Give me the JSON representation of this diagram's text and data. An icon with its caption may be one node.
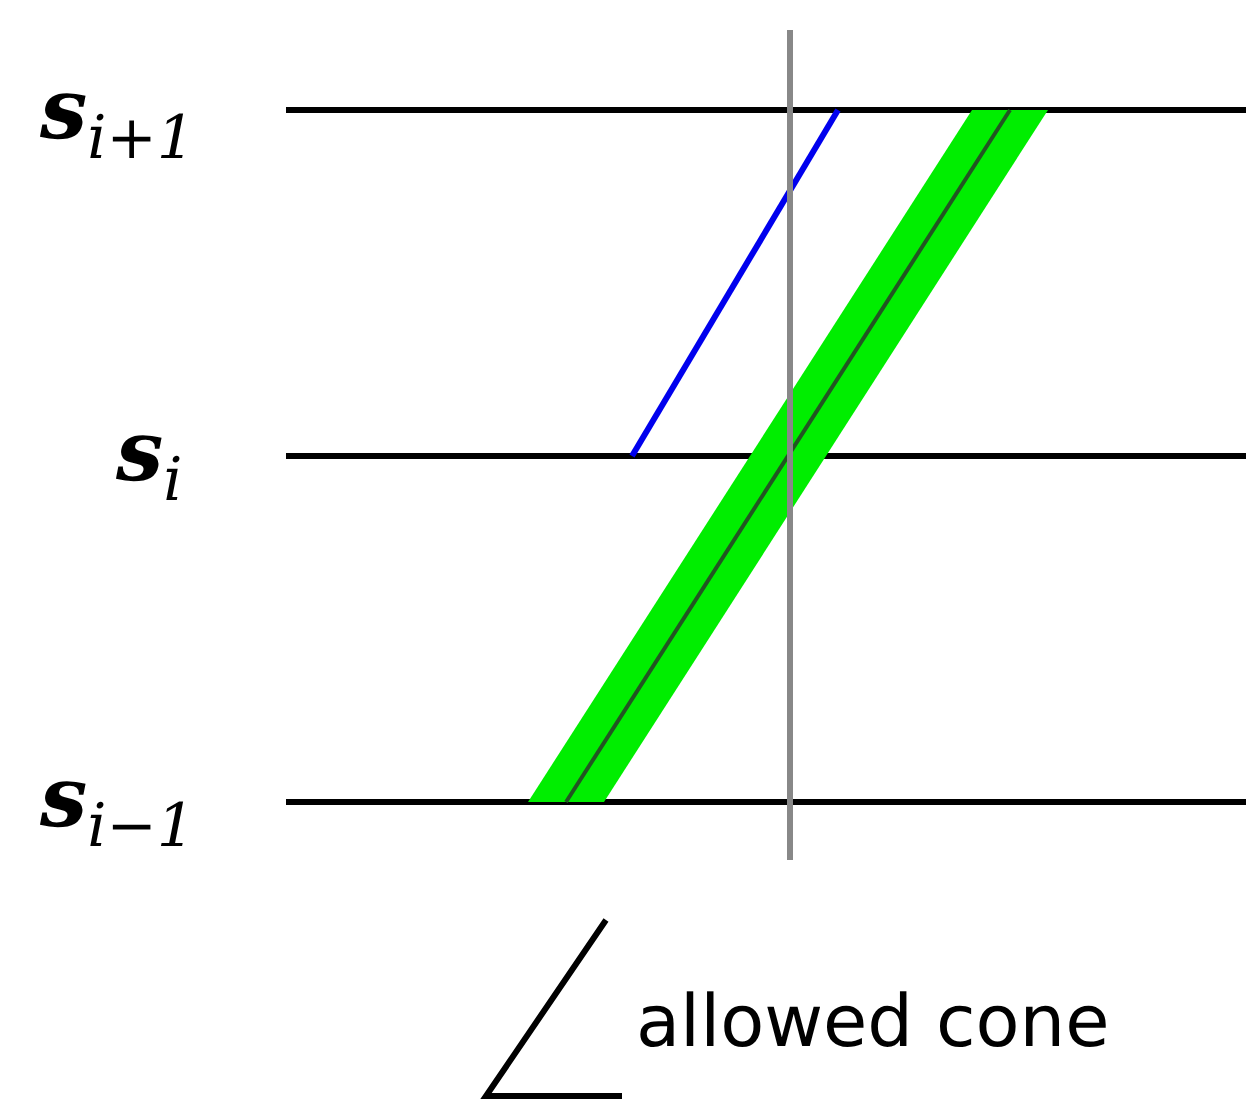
{
  "diagram": {
    "labels": [
      "s$_{i+1}$",
      "s$_{i}$",
      "s$_{i−1}$"
    ],
    "legend": [
      {
        "text": "allowed cone"
      }
    ]
  }
}
